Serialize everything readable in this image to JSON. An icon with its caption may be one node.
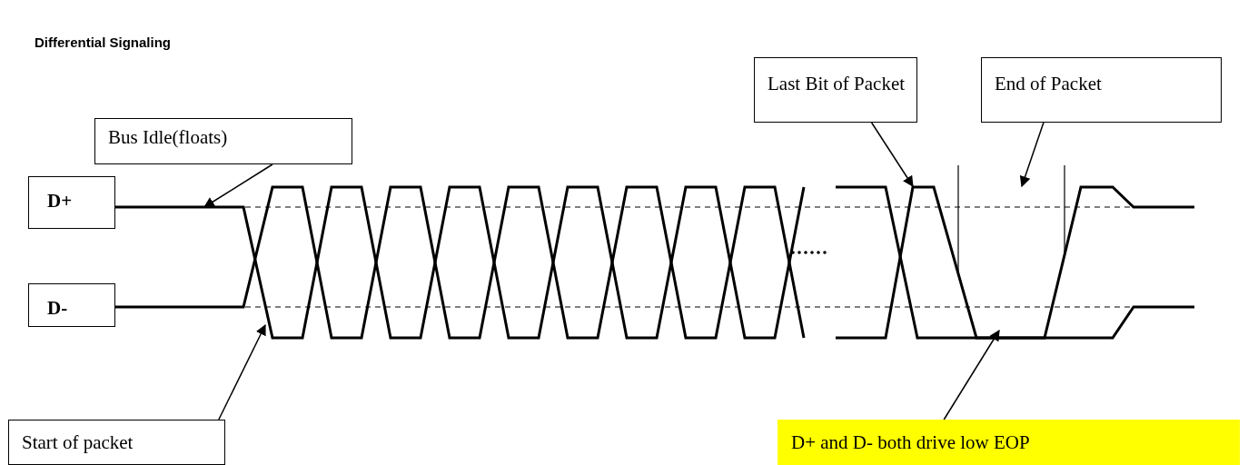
{
  "diagram": {
    "title": "Differential Signaling",
    "nodes": [
      {
        "text": [
          "D+"
        ]
      },
      {
        "text": [
          "D-"
        ]
      },
      {
        "text": [
          "Bus Idle(floats)"
        ]
      },
      {
        "text": [
          "Last Bit of Packet"
        ]
      },
      {
        "text": [
          "End of Packet"
        ]
      },
      {
        "text": [
          "Start of packet"
        ]
      },
      {
        "text": [
          "D+ and D- both drive low EOP"
        ]
      }
    ],
    "edges": [
      {
        "from": 2,
        "to": null,
        "arrow": "to"
      },
      {
        "from": 3,
        "to": null,
        "arrow": "to"
      },
      {
        "from": 4,
        "to": null,
        "arrow": "to"
      },
      {
        "from": 5,
        "to": null,
        "arrow": "to"
      },
      {
        "from": 6,
        "to": null,
        "arrow": "to"
      }
    ]
  }
}
